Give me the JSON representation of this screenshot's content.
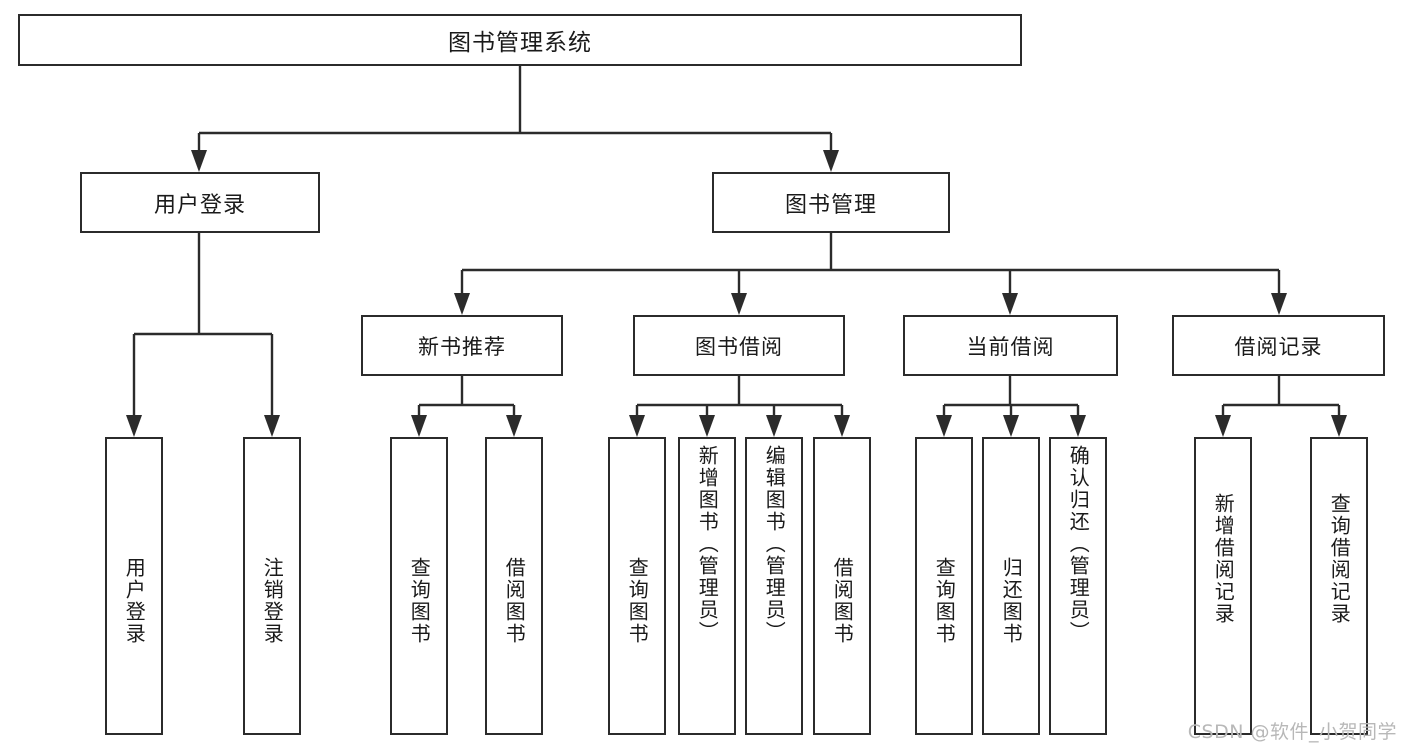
{
  "diagram": {
    "title": "图书管理系统",
    "type": "tree",
    "watermark": "CSDN @软件_小贺同学",
    "colors": {
      "box_border": "#2b2b2b",
      "box_fill": "#ffffff",
      "connector": "#2b2b2b",
      "text": "#1a1a1a",
      "watermark": "#b8b8b8",
      "background": "#ffffff"
    },
    "root": {
      "label": "图书管理系统"
    },
    "level2": [
      {
        "id": "user-login",
        "label": "用户登录"
      },
      {
        "id": "book-manage",
        "label": "图书管理"
      }
    ],
    "level3": [
      {
        "id": "new-book-rec",
        "label": "新书推荐",
        "parent": "book-manage"
      },
      {
        "id": "book-borrow",
        "label": "图书借阅",
        "parent": "book-manage"
      },
      {
        "id": "current-borrow",
        "label": "当前借阅",
        "parent": "book-manage"
      },
      {
        "id": "borrow-record",
        "label": "借阅记录",
        "parent": "book-manage"
      }
    ],
    "leaves": [
      {
        "id": "leaf-user-login",
        "label": "用户登录",
        "parent": "user-login"
      },
      {
        "id": "leaf-user-logout",
        "label": "注销登录",
        "parent": "user-login"
      },
      {
        "id": "leaf-query-book-1",
        "label": "查询图书",
        "parent": "new-book-rec"
      },
      {
        "id": "leaf-borrow-book-1",
        "label": "借阅图书",
        "parent": "new-book-rec"
      },
      {
        "id": "leaf-query-book-2",
        "label": "查询图书",
        "parent": "book-borrow"
      },
      {
        "id": "leaf-add-book",
        "label": "新增图书（管理员）",
        "parent": "book-borrow"
      },
      {
        "id": "leaf-edit-book",
        "label": "编辑图书（管理员）",
        "parent": "book-borrow"
      },
      {
        "id": "leaf-borrow-book-2",
        "label": "借阅图书",
        "parent": "book-borrow"
      },
      {
        "id": "leaf-query-book-3",
        "label": "查询图书",
        "parent": "current-borrow"
      },
      {
        "id": "leaf-return-book",
        "label": "归还图书",
        "parent": "current-borrow"
      },
      {
        "id": "leaf-confirm-return",
        "label": "确认归还（管理员）",
        "parent": "current-borrow"
      },
      {
        "id": "leaf-add-record",
        "label": "新增借阅记录",
        "parent": "borrow-record"
      },
      {
        "id": "leaf-query-record",
        "label": "查询借阅记录",
        "parent": "borrow-record"
      }
    ]
  }
}
